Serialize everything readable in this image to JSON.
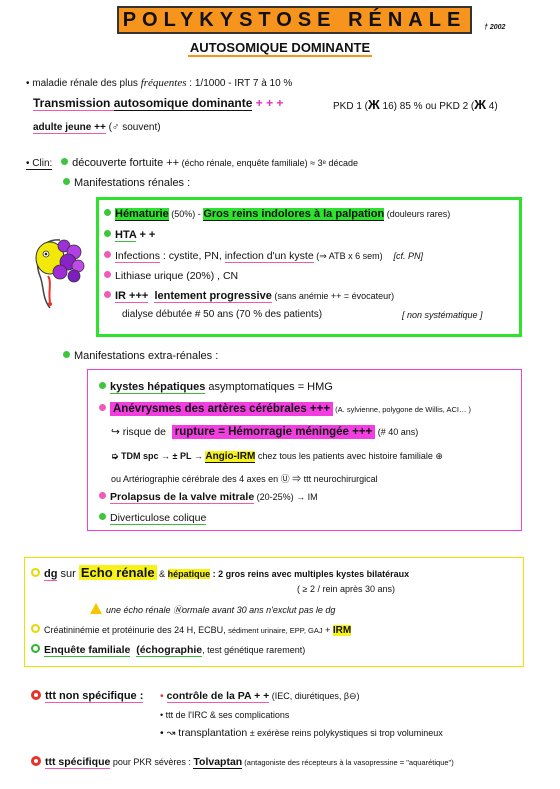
{
  "header": {
    "title": "POLYKYSTOSE RÉNALE",
    "subtitle": "AUTOSOMIQUE DOMINANTE",
    "version": "† 2002"
  },
  "intro": {
    "line1_a": "• maladie rénale des plus ",
    "line1_b": "fréquentes",
    "line1_c": " :  1/1000   -   IRT  7 à 10 %",
    "line2_a": "Transmission ",
    "line2_b": "autosomique dominante",
    "line2_c": " + + +",
    "line2_pkd1": "PKD 1  (",
    "line2_pkd1_b": "Ж",
    "line2_pkd1_c": " 16)  85 %     ou    PKD 2  (",
    "line2_pkd2_b": "Ж",
    "line2_pkd2_c": " 4)",
    "line3_a": "adulte jeune ++",
    "line3_b": "  (♂ souvent)"
  },
  "clin": {
    "label": "• Clin:",
    "decouverte": "découverte fortuite ++",
    "decouverte_detail": "  (écho rénale, enquête familiale)  ≈ 3ᵉ décade",
    "manif_renales": "Manifestations rénales :",
    "manif_extra": "Manifestations extra-rénales :"
  },
  "renal_box": {
    "hematurie": "Hématurie",
    "hematurie_pct": " (50%)  -  ",
    "gros_reins": "Gros reins indolores à la palpation",
    "gros_reins_note": "  (douleurs rares)",
    "hta": "HTA",
    "hta_plus": "  + +",
    "infections_a": "Infections",
    "infections_b": " : cystite, PN, ",
    "infections_c": "infection d'un kyste",
    "infections_d": "  (⇒ ATB x 6 sem)",
    "infections_ref": "[cf. PN]",
    "lithiase": "Lithiase urique (20%) , CN",
    "ir_a": "IR +++",
    "ir_b": "lentement progressive",
    "ir_c": " (sans anémie",
    "ir_d": " ++  =  évocateur)",
    "dialyse": "dialyse débutée # 50 ans   (70 % des patients)",
    "dialyse_note": "[ non systématique ]"
  },
  "extra_box": {
    "kystes_a": "kystes hépatiques",
    "kystes_b": "  asymptomatiques = HMG",
    "anev": "Anévrysmes des artères cérébrales +++",
    "anev_loc": "  (A. sylvienne, polygone de Willis, ACI… )",
    "risque": "↪ risque de",
    "rupture": "rupture = Hémorragie méningée +++",
    "rupture_age": "  (# 40 ans)",
    "tdm": "➭  TDM spc →  ± PL  →",
    "angio": "Angio-IRM",
    "tdm_b": " chez tous les patients avec histoire familiale ⊕",
    "arterio": "ou Artériographie cérébrale des 4 axes en Ⓤ ⇒ ttt neurochirurgical",
    "prolapsus": "Prolapsus de la valve mitrale",
    "prolapsus_b": " (20-25%)  → IM",
    "diverticulose": "Diverticulose colique"
  },
  "dg_box": {
    "dg": "dg",
    "sur": " sur ",
    "echo": "Echo rénale",
    "and": " & ",
    "hepatique": "hépatique",
    "result": " :  2 gros reins avec multiples kystes bilatéraux",
    "result2": "( ≥ 2 / rein après 30 ans)",
    "warn_text": "une écho rénale Ⓝormale avant 30 ans n'exclut pas le dg",
    "creat": "Créatininémie  et  protéinurie des 24 H, ECBU, ",
    "creat_sm": "sédiment urinaire, EPP, GAJ",
    "creat_b": "     +  ",
    "irm": "IRM",
    "enquete": "Enquête familiale",
    "echographie": "(échographie",
    "enquete_b": ", test génétique rarement)"
  },
  "treatment": {
    "ttt_ns": "ttt non spécifique :",
    "ctrl_a": "• ",
    "ctrl_b": "contrôle de la PA  + +",
    "ctrl_c": "  (IEC, diurétiques, β⊖)",
    "irc": "• ttt de l'IRC  & ses complications",
    "transpl_a": "• ↝ transplantation",
    "transpl_b": " ± exérèse reins polykystiques si trop volumineux",
    "ttt_s": "ttt spécifique",
    "ttt_s_b": " pour PKR sévères :  ",
    "tolvaptan": "Tolvaptan",
    "tolvaptan_b": "  (antagoniste des récepteurs à la vasopressine = \"aquarétique\")"
  },
  "colors": {
    "orange": "#f7941d",
    "green": "#2ee32e",
    "pink": "#f23de0",
    "yellow": "#f7f21a",
    "red": "#e8332a"
  },
  "icons": [
    "kidney-cartoon-icon",
    "warning-icon",
    "bullet-green-icon",
    "bullet-pink-icon",
    "bullet-yellow-ring-icon",
    "bullet-red-ring-icon"
  ]
}
